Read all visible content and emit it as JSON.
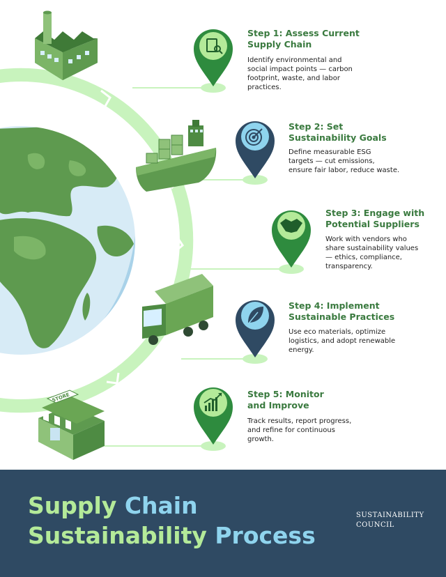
{
  "steps": [
    {
      "title_line1": "Step 1: Assess Current",
      "title_line2": "Supply Chain",
      "desc_lines": [
        "Identify environmental and",
        "social impact points — carbon",
        "footprint, waste, and labor",
        "practices."
      ],
      "icon": "document-search-icon",
      "pin_color": "#2e8b3e"
    },
    {
      "title_line1": "Step 2: Set",
      "title_line2": "Sustainability Goals",
      "desc_lines": [
        "Define measurable ESG",
        "targets — cut emissions,",
        "ensure fair labor, reduce waste."
      ],
      "icon": "target-icon",
      "pin_color": "#2f4a63"
    },
    {
      "title_line1": "Step 3: Engage with",
      "title_line2": "Potential Suppliers",
      "desc_lines": [
        "Work with vendors who",
        "share sustainability values",
        "— ethics, compliance,",
        "transparency."
      ],
      "icon": "handshake-icon",
      "pin_color": "#2e8b3e"
    },
    {
      "title_line1": "Step 4: Implement",
      "title_line2": "Sustainable Practices",
      "desc_lines": [
        "Use eco materials, optimize",
        "logistics, and adopt renewable",
        "energy."
      ],
      "icon": "leaf-icon",
      "pin_color": "#2f4a63"
    },
    {
      "title_line1": "Step 5: Monitor",
      "title_line2": "and Improve",
      "desc_lines": [
        "Track results, report progress,",
        "and refine for continuous",
        "growth."
      ],
      "icon": "growth-chart-icon",
      "pin_color": "#2e8b3e"
    }
  ],
  "illustrations": [
    "factory-icon",
    "cargo-ship-icon",
    "delivery-truck-icon",
    "store-icon",
    "globe-icon"
  ],
  "store_sign": "STORE",
  "footer": {
    "title_line1_a": "Supply ",
    "title_line1_b": "Chain",
    "title_line2_a": "Sustainability ",
    "title_line2_b": "Process",
    "org_line1": "SUSTAINABILITY",
    "org_line2": "COUNCIL",
    "background": "#2f4a63"
  },
  "colors": {
    "accent_green": "#3a7a3f",
    "ring": "#c8f3bd",
    "footer_green": "#b4ea99",
    "footer_blue": "#8fd4ee"
  }
}
